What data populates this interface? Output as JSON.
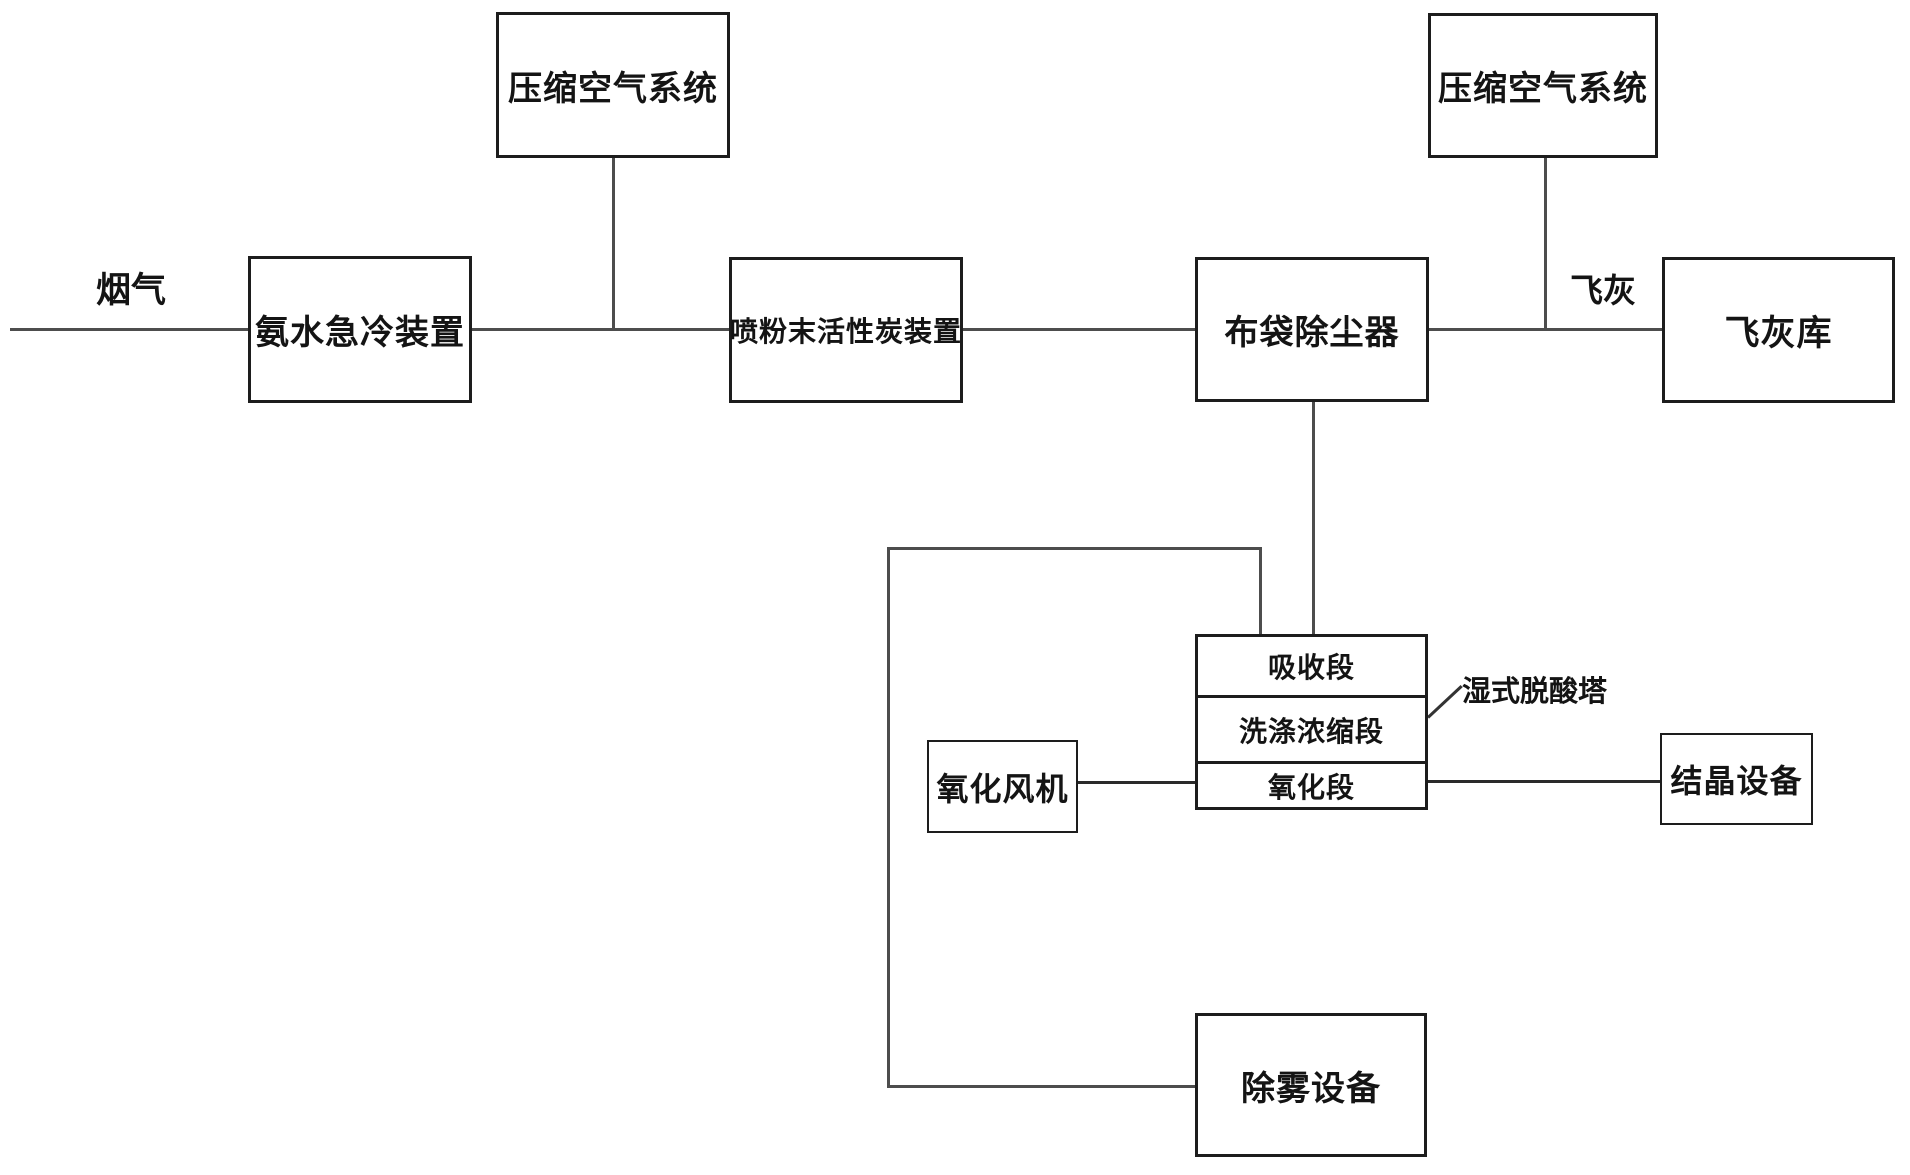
{
  "diagram": {
    "background": "#ffffff",
    "line_color": "#4d4d4d",
    "border_color": "#1d1d1d",
    "text_color": "#141414",
    "nodes": {
      "compressed_air_left": "压缩空气系统",
      "ammonia_quench": "氨水急冷装置",
      "activated_carbon": "喷粉末活性炭装置",
      "bag_filter": "布袋除尘器",
      "compressed_air_right": "压缩空气系统",
      "fly_ash_storage": "飞灰库",
      "tower_absorption": "吸收段",
      "tower_washing": "洗涤浓缩段",
      "tower_oxidation": "氧化段",
      "oxidation_fan": "氧化风机",
      "crystallization": "结晶设备",
      "demisting": "除雾设备"
    },
    "flow_labels": {
      "flue_gas": "烟气",
      "fly_ash": "飞灰",
      "wet_deacidification_tower": "湿式脱酸塔"
    }
  }
}
